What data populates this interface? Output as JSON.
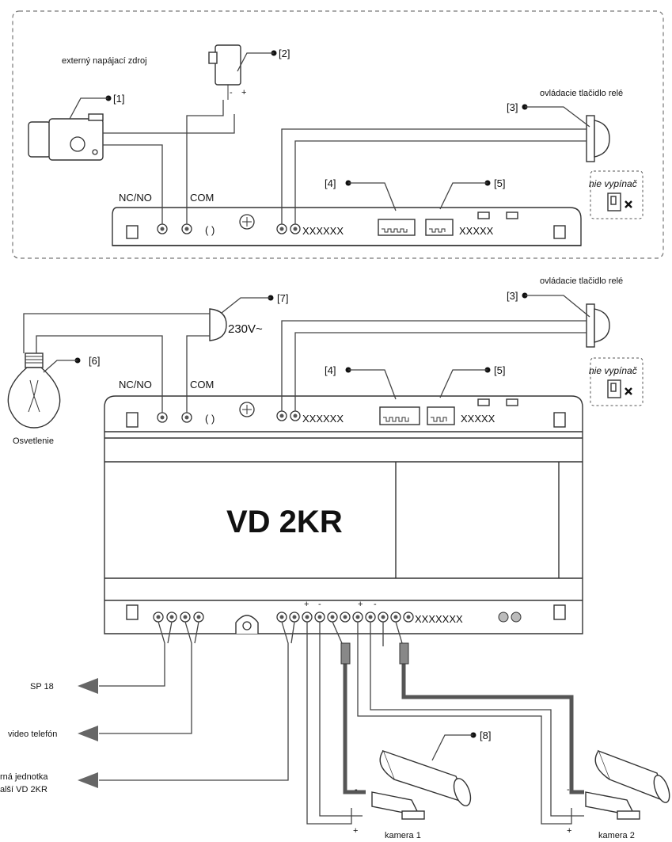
{
  "top_section": {
    "power_supply_label": "externý napájací zdroj",
    "polarity_minus": "-",
    "polarity_plus": "+",
    "callout_1": "[1]",
    "callout_2": "[2]",
    "callout_3": "[3]",
    "callout_4": "[4]",
    "callout_5": "[5]",
    "relay_button_label": "ovládacie tlačidlo relé",
    "not_switch_label": "nie vypínač",
    "nc_no": "NC/NO",
    "com": "COM"
  },
  "bottom_section": {
    "callout_3": "[3]",
    "callout_4": "[4]",
    "callout_5": "[5]",
    "callout_6": "[6]",
    "callout_7": "[7]",
    "callout_8": "[8]",
    "relay_button_label": "ovládacie tlačidlo relé",
    "not_switch_label": "nie vypínač",
    "voltage": "230V~",
    "nc_no": "NC/NO",
    "com": "COM",
    "lighting_label": "Osvetlenie",
    "device_name": "VD 2KR",
    "out_sp18": "SP 18",
    "out_videophone": "video telefón",
    "out_unit_line1": "rná jednotka",
    "out_unit_line2": "alší VD 2KR",
    "camera1_label": "kamera 1",
    "camera2_label": "kamera 2",
    "plus": "+",
    "minus": "-"
  }
}
